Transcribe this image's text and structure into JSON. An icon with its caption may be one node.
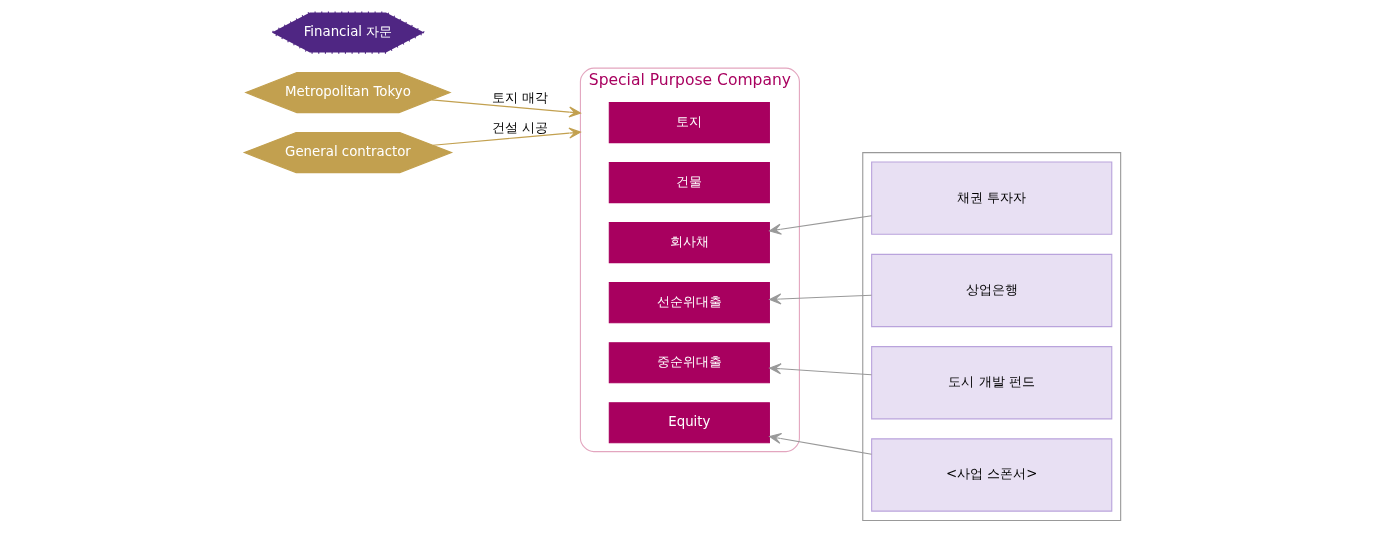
{
  "diagram": {
    "nodes": [
      {
        "text": [
          "Metropolitan Tokyo"
        ]
      },
      {
        "text": [
          "General contractor"
        ]
      },
      {
        "text": [
          "Special Purpose Company"
        ]
      },
      {
        "text": [
          "토지"
        ],
        "in": 2
      },
      {
        "text": [
          "건물"
        ],
        "in": 2
      },
      {
        "text": [
          "회사채"
        ],
        "in": 2
      },
      {
        "text": [
          "선순위대출"
        ],
        "in": 2
      },
      {
        "text": [
          "중순위대출"
        ],
        "in": 2
      },
      {
        "text": [
          "Equity"
        ],
        "in": 2
      },
      {
        "text": [],
        "shape": "box"
      },
      {
        "text": [
          "Financial 자문"
        ]
      },
      {
        "text": [
          "채권 투자자"
        ],
        "in": 9
      },
      {
        "text": [
          "상업은행"
        ],
        "in": 9
      },
      {
        "text": [
          "도시 개발 펀드"
        ],
        "in": 9
      },
      {
        "text": [
          "<사업 스폰서>"
        ],
        "in": 9
      }
    ],
    "edges": [
      {
        "from": 0,
        "to": 2,
        "arrow": "to",
        "label": "토지 매각",
        "color": "#c2a04f"
      },
      {
        "from": 1,
        "to": 2,
        "arrow": "to",
        "label": "건설 시공",
        "color": "#c2a04f"
      },
      {
        "from": 11,
        "to": 5,
        "arrow": "to"
      },
      {
        "from": 12,
        "to": 6,
        "arrow": "to"
      },
      {
        "from": 13,
        "to": 7,
        "arrow": "to"
      },
      {
        "from": 14,
        "to": 8,
        "arrow": "to"
      }
    ]
  }
}
